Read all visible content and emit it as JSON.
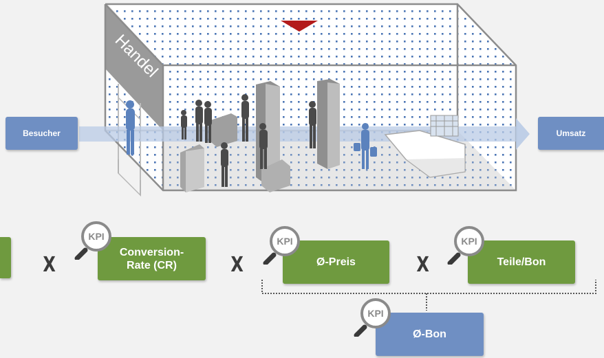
{
  "store": {
    "sign": "Handel"
  },
  "flow": {
    "input_label": "Besucher",
    "output_label": "Umsatz"
  },
  "kpi_boxes": [
    {
      "label": "Conversion-\nRate (CR)",
      "kpi_badge": "KPI"
    },
    {
      "label": "Ø-Preis",
      "kpi_badge": "KPI"
    },
    {
      "label": "Teile/Bon",
      "kpi_badge": "KPI"
    },
    {
      "label": "Ø-Bon",
      "kpi_badge": "KPI"
    }
  ],
  "operators": {
    "multiply": "X"
  },
  "colors": {
    "blue_box": "#6f8fc3",
    "green_box": "#6f9a3f",
    "accent_marker": "#b31b1b",
    "dot_grid": "#4a74b4"
  }
}
